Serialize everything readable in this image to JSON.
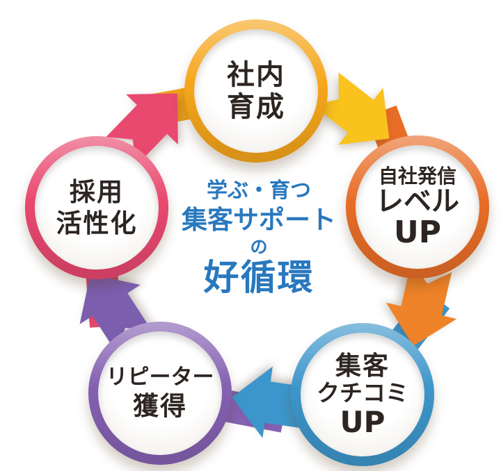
{
  "diagram": {
    "type": "cycle",
    "direction": "clockwise",
    "center": {
      "line1": "学ぶ・育つ",
      "line2": "集客サポート",
      "line3": "の",
      "line4": "好循環",
      "text_color": "#2878be"
    },
    "nodes": [
      {
        "label": "社内育成",
        "lines": [
          "社内",
          "育成"
        ],
        "ring_color": "#f6a61b",
        "arrow_color": "#f9c21d"
      },
      {
        "label": "自社発信レベルUP",
        "lines": [
          "自社発信",
          "レベル",
          "UP"
        ],
        "ring_color": "#e86d27",
        "arrow_color": "#ef8329"
      },
      {
        "label": "集客クチコミUP",
        "lines": [
          "集客",
          "クチコミ",
          "UP"
        ],
        "ring_color": "#3d96cb",
        "arrow_color": "#3d96cb"
      },
      {
        "label": "リピーター獲得",
        "lines": [
          "リピーター",
          "獲得"
        ],
        "ring_color": "#8561b2",
        "arrow_color": "#7c5eaf"
      },
      {
        "label": "採用活性化",
        "lines": [
          "採用",
          "活性化"
        ],
        "ring_color": "#e9486f",
        "arrow_color": "#e9486f"
      }
    ],
    "node_text_color": "#2d2522"
  }
}
